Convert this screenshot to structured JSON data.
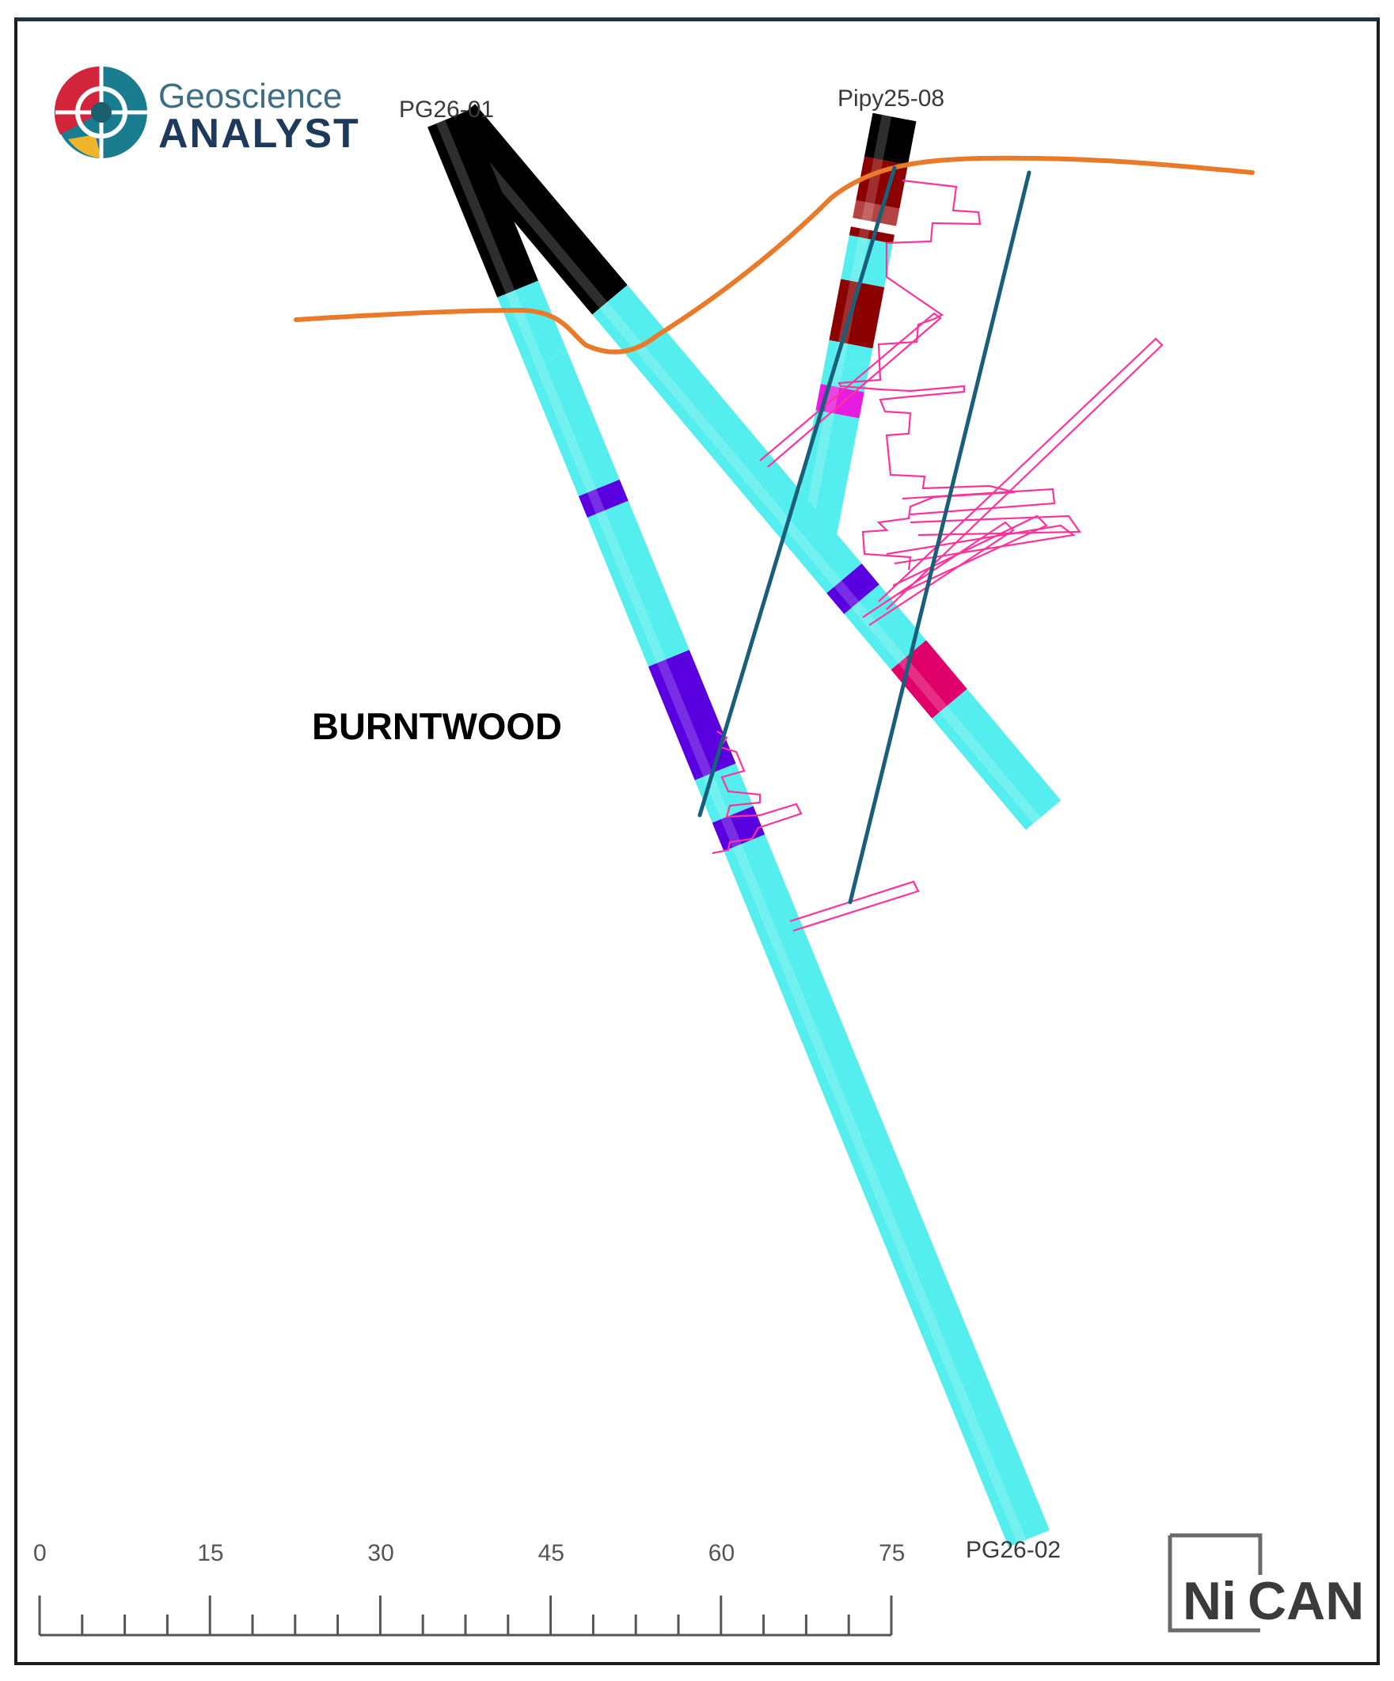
{
  "logo": {
    "line1": "Geoscience",
    "line2": "ANALYST",
    "icon": "geoscience-analyst-crosshair-icon"
  },
  "brand": {
    "text_ni": "Ni",
    "text_can": "CAN"
  },
  "holes": {
    "pg26_01": "PG26-01",
    "pipy25_08": "Pipy25-08",
    "pg26_02": "PG26-02"
  },
  "unit_label": "BURNTWOOD",
  "scale": {
    "ticks": [
      "0",
      "15",
      "30",
      "45",
      "60",
      "75"
    ]
  },
  "colors": {
    "overburden": "#000000",
    "host_rock": "#55eeee",
    "ultramafic": "#5a00e0",
    "sulphide": "#e0006a",
    "dark_red": "#8b0000",
    "magenta": "#e61ce0",
    "topography": "#e87a2a",
    "em_plate": "#1a5f7a",
    "assay_trace": "#ff3399"
  }
}
